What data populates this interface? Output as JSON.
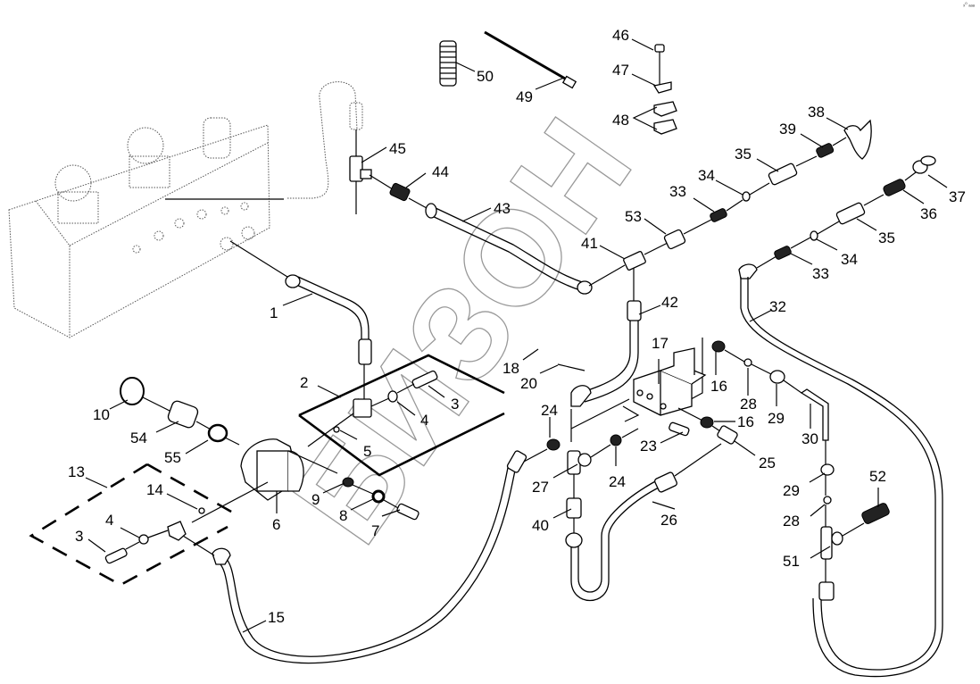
{
  "diagram": {
    "type": "exploded-parts-diagram",
    "subject": "hydraulic piping assembly",
    "watermark_text": "БИЗОН",
    "corner_mark": "ₓ⁰ ₐₐₐ",
    "callouts": [
      {
        "id": "1",
        "label": "1"
      },
      {
        "id": "2",
        "label": "2"
      },
      {
        "id": "3a",
        "label": "3"
      },
      {
        "id": "4a",
        "label": "4"
      },
      {
        "id": "5",
        "label": "5"
      },
      {
        "id": "6",
        "label": "6"
      },
      {
        "id": "7",
        "label": "7"
      },
      {
        "id": "8",
        "label": "8"
      },
      {
        "id": "9",
        "label": "9"
      },
      {
        "id": "10",
        "label": "10"
      },
      {
        "id": "13",
        "label": "13"
      },
      {
        "id": "14",
        "label": "14"
      },
      {
        "id": "4b",
        "label": "4"
      },
      {
        "id": "3b",
        "label": "3"
      },
      {
        "id": "15",
        "label": "15"
      },
      {
        "id": "16a",
        "label": "16"
      },
      {
        "id": "16b",
        "label": "16"
      },
      {
        "id": "17",
        "label": "17"
      },
      {
        "id": "18",
        "label": "18"
      },
      {
        "id": "20",
        "label": "20"
      },
      {
        "id": "23",
        "label": "23"
      },
      {
        "id": "24a",
        "label": "24"
      },
      {
        "id": "24b",
        "label": "24"
      },
      {
        "id": "25",
        "label": "25"
      },
      {
        "id": "26",
        "label": "26"
      },
      {
        "id": "27",
        "label": "27"
      },
      {
        "id": "28a",
        "label": "28"
      },
      {
        "id": "28b",
        "label": "28"
      },
      {
        "id": "29a",
        "label": "29"
      },
      {
        "id": "29b",
        "label": "29"
      },
      {
        "id": "30",
        "label": "30"
      },
      {
        "id": "32",
        "label": "32"
      },
      {
        "id": "33a",
        "label": "33"
      },
      {
        "id": "33b",
        "label": "33"
      },
      {
        "id": "34a",
        "label": "34"
      },
      {
        "id": "34b",
        "label": "34"
      },
      {
        "id": "35a",
        "label": "35"
      },
      {
        "id": "35b",
        "label": "35"
      },
      {
        "id": "36",
        "label": "36"
      },
      {
        "id": "37",
        "label": "37"
      },
      {
        "id": "38",
        "label": "38"
      },
      {
        "id": "39",
        "label": "39"
      },
      {
        "id": "40",
        "label": "40"
      },
      {
        "id": "41",
        "label": "41"
      },
      {
        "id": "42",
        "label": "42"
      },
      {
        "id": "43",
        "label": "43"
      },
      {
        "id": "44",
        "label": "44"
      },
      {
        "id": "45",
        "label": "45"
      },
      {
        "id": "46",
        "label": "46"
      },
      {
        "id": "47",
        "label": "47"
      },
      {
        "id": "48",
        "label": "48"
      },
      {
        "id": "49",
        "label": "49"
      },
      {
        "id": "50",
        "label": "50"
      },
      {
        "id": "51",
        "label": "51"
      },
      {
        "id": "52",
        "label": "52"
      },
      {
        "id": "53",
        "label": "53"
      },
      {
        "id": "54",
        "label": "54"
      },
      {
        "id": "55",
        "label": "55"
      }
    ]
  }
}
